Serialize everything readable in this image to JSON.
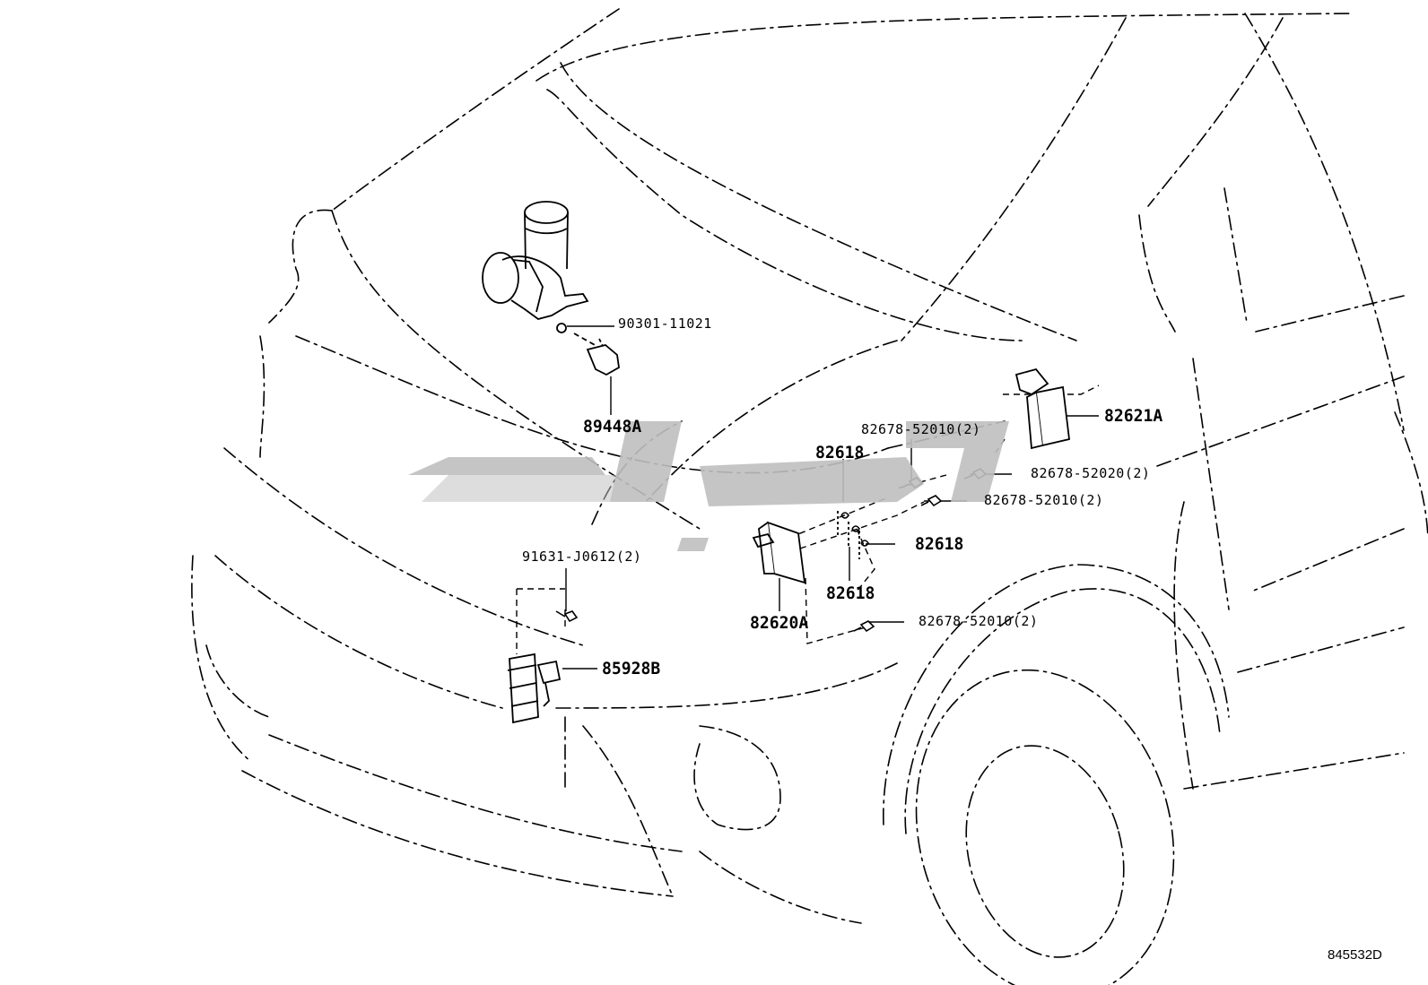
{
  "diagram": {
    "figure_number": "845532D",
    "callouts": [
      {
        "id": "c1",
        "text": "90301-11021",
        "style": "thin"
      },
      {
        "id": "c2",
        "text": "89448A",
        "style": "bold"
      },
      {
        "id": "c3",
        "text": "82678-52010(2)",
        "style": "thin"
      },
      {
        "id": "c4",
        "text": "82621A",
        "style": "bold"
      },
      {
        "id": "c5",
        "text": "82618",
        "style": "bold"
      },
      {
        "id": "c6",
        "text": "82678-52020(2)",
        "style": "thin"
      },
      {
        "id": "c7",
        "text": "82678-52010(2)",
        "style": "thin"
      },
      {
        "id": "c8",
        "text": "82618",
        "style": "bold"
      },
      {
        "id": "c9",
        "text": "82618",
        "style": "bold"
      },
      {
        "id": "c10",
        "text": "82620A",
        "style": "bold"
      },
      {
        "id": "c11",
        "text": "82678-52010(2)",
        "style": "thin"
      },
      {
        "id": "c12",
        "text": "91631-J0612(2)",
        "style": "thin"
      },
      {
        "id": "c13",
        "text": "85928B",
        "style": "bold"
      }
    ]
  }
}
